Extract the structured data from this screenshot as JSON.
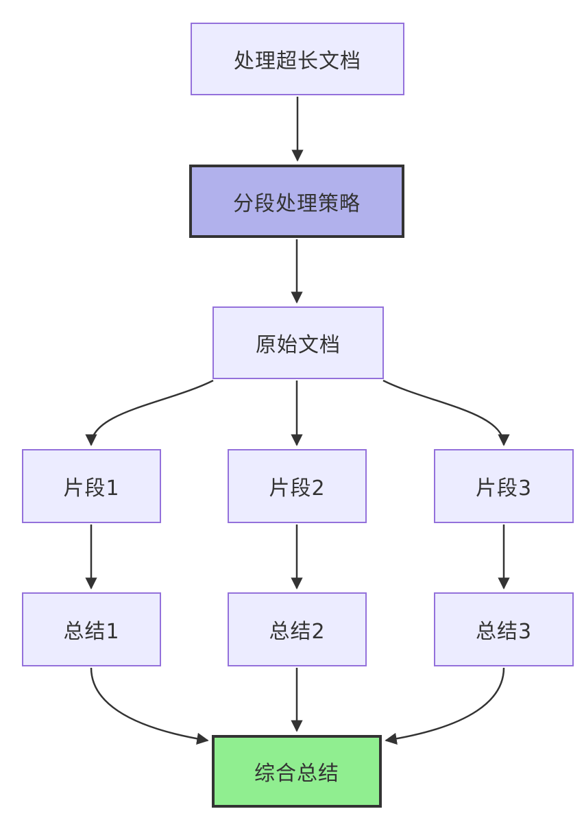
{
  "diagram": {
    "type": "flowchart",
    "direction": "top-down",
    "nodes": [
      {
        "id": "A",
        "label": "处理超长文档",
        "style": "default"
      },
      {
        "id": "B",
        "label": "分段处理策略",
        "style": "emphasis"
      },
      {
        "id": "C",
        "label": "原始文档",
        "style": "default"
      },
      {
        "id": "D1",
        "label": "片段1",
        "style": "default"
      },
      {
        "id": "D2",
        "label": "片段2",
        "style": "default"
      },
      {
        "id": "D3",
        "label": "片段3",
        "style": "default"
      },
      {
        "id": "E1",
        "label": "总结1",
        "style": "default"
      },
      {
        "id": "E2",
        "label": "总结2",
        "style": "default"
      },
      {
        "id": "E3",
        "label": "总结3",
        "style": "default"
      },
      {
        "id": "F",
        "label": "综合总结",
        "style": "success"
      }
    ],
    "edges": [
      {
        "from": "A",
        "to": "B"
      },
      {
        "from": "B",
        "to": "C"
      },
      {
        "from": "C",
        "to": "D1"
      },
      {
        "from": "C",
        "to": "D2"
      },
      {
        "from": "C",
        "to": "D3"
      },
      {
        "from": "D1",
        "to": "E1"
      },
      {
        "from": "D2",
        "to": "E2"
      },
      {
        "from": "D3",
        "to": "E3"
      },
      {
        "from": "E1",
        "to": "F"
      },
      {
        "from": "E2",
        "to": "F"
      },
      {
        "from": "E3",
        "to": "F"
      }
    ],
    "colors": {
      "node_fill": "#ececff",
      "node_border": "#9370db",
      "emphasis_fill": "#b1b1ec",
      "emphasis_border": "#333333",
      "success_fill": "#90ee90",
      "success_border": "#333333",
      "arrow": "#333333",
      "text": "#333333",
      "background": "#ffffff"
    }
  }
}
